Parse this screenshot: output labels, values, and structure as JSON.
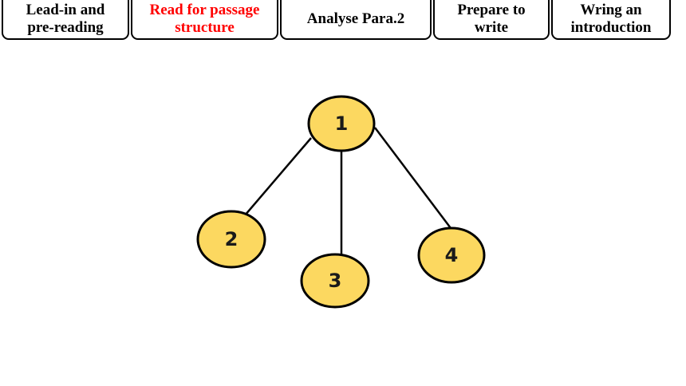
{
  "nav": {
    "active_color": "#ff0000",
    "tabs": [
      {
        "label": "Lead-in  and\npre-reading",
        "active": false
      },
      {
        "label": "Read for passage\nstructure",
        "active": true
      },
      {
        "label": "Analyse Para.2",
        "active": false
      },
      {
        "label": "Prepare to\nwrite",
        "active": false
      },
      {
        "label": "Wring an\nintroduction",
        "active": false
      }
    ]
  },
  "diagram": {
    "node_fill": "#fcd860",
    "node_stroke": "#000000",
    "nodes": [
      {
        "label": "1"
      },
      {
        "label": "2"
      },
      {
        "label": "3"
      },
      {
        "label": "4"
      }
    ],
    "edges": [
      {
        "from": "1",
        "to": "2"
      },
      {
        "from": "1",
        "to": "3"
      },
      {
        "from": "1",
        "to": "4"
      }
    ]
  }
}
